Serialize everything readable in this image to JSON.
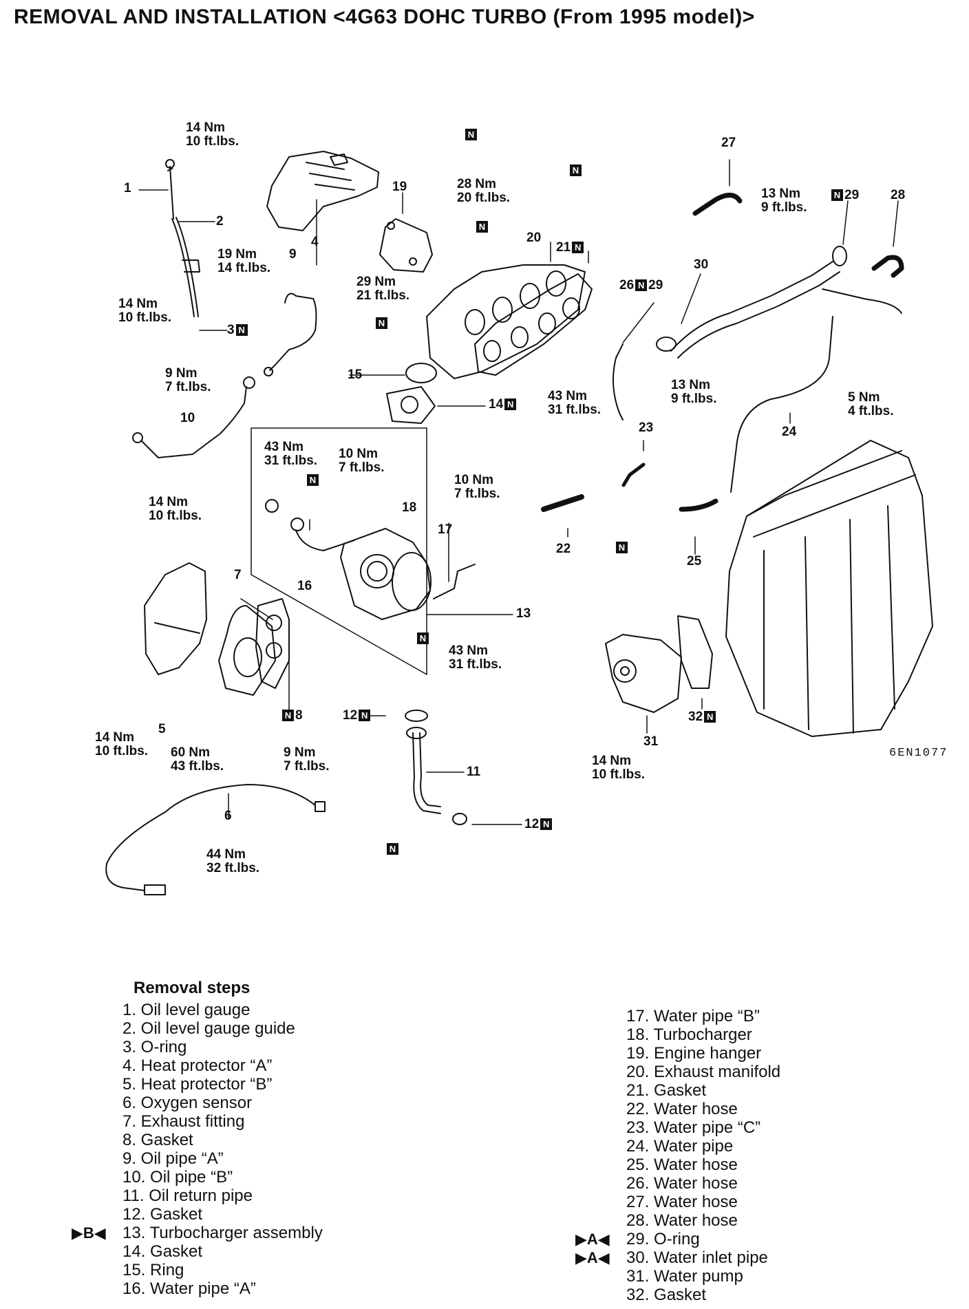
{
  "title": "REMOVAL AND INSTALLATION <4G63 DOHC TURBO (From 1995 model)>",
  "figure_code": "6EN1077",
  "badge_letter": "N",
  "callouts": [
    {
      "id": "c1",
      "lines": [
        "1"
      ]
    },
    {
      "id": "c2",
      "lines": [
        "2"
      ]
    },
    {
      "id": "c3",
      "lines": [
        "3"
      ],
      "badge": "after"
    },
    {
      "id": "c4",
      "lines": [
        "4"
      ]
    },
    {
      "id": "c5",
      "lines": [
        "5"
      ]
    },
    {
      "id": "c6",
      "lines": [
        "6"
      ]
    },
    {
      "id": "c7",
      "lines": [
        "7"
      ]
    },
    {
      "id": "c8",
      "lines": [
        "8"
      ],
      "badge": "before"
    },
    {
      "id": "c9",
      "lines": [
        "9"
      ]
    },
    {
      "id": "c10",
      "lines": [
        "10"
      ]
    },
    {
      "id": "c11",
      "lines": [
        "11"
      ]
    },
    {
      "id": "c12a",
      "lines": [
        "12"
      ],
      "badge": "after"
    },
    {
      "id": "c12b",
      "lines": [
        "12"
      ],
      "badge": "after"
    },
    {
      "id": "c13",
      "lines": [
        "13"
      ]
    },
    {
      "id": "c14",
      "lines": [
        "14"
      ],
      "badge": "after"
    },
    {
      "id": "c15",
      "lines": [
        "15"
      ]
    },
    {
      "id": "c16",
      "lines": [
        "16"
      ]
    },
    {
      "id": "c17",
      "lines": [
        "17"
      ]
    },
    {
      "id": "c18",
      "lines": [
        "18"
      ]
    },
    {
      "id": "c19",
      "lines": [
        "19"
      ]
    },
    {
      "id": "c20",
      "lines": [
        "20"
      ]
    },
    {
      "id": "c21",
      "lines": [
        "21"
      ],
      "badge": "after"
    },
    {
      "id": "c22",
      "lines": [
        "22"
      ]
    },
    {
      "id": "c23",
      "lines": [
        "23"
      ]
    },
    {
      "id": "c24",
      "lines": [
        "24"
      ]
    },
    {
      "id": "c25",
      "lines": [
        "25"
      ]
    },
    {
      "id": "c26",
      "lines": [
        "26",
        "29"
      ],
      "badge": "middle"
    },
    {
      "id": "c27",
      "lines": [
        "27"
      ]
    },
    {
      "id": "c28",
      "lines": [
        "28"
      ]
    },
    {
      "id": "c29top",
      "lines": [
        "29"
      ],
      "badge": "before"
    },
    {
      "id": "c30",
      "lines": [
        "30"
      ]
    },
    {
      "id": "c31",
      "lines": [
        "31"
      ]
    },
    {
      "id": "c32",
      "lines": [
        "32"
      ],
      "badge": "after"
    }
  ],
  "torques": [
    {
      "id": "t1",
      "lines": [
        "14 Nm",
        "10 ft.lbs."
      ]
    },
    {
      "id": "t2",
      "lines": [
        "14 Nm",
        "10 ft.lbs."
      ]
    },
    {
      "id": "t3",
      "lines": [
        "19 Nm",
        "14 ft.lbs."
      ]
    },
    {
      "id": "t4",
      "lines": [
        "9 Nm",
        "7 ft.lbs."
      ]
    },
    {
      "id": "t5",
      "lines": [
        "28 Nm",
        "20 ft.lbs."
      ]
    },
    {
      "id": "t6",
      "lines": [
        "29 Nm",
        "21 ft.lbs."
      ]
    },
    {
      "id": "t7",
      "lines": [
        "43 Nm",
        "31 ft.lbs."
      ]
    },
    {
      "id": "t8",
      "lines": [
        "10 Nm",
        "7 ft.lbs."
      ]
    },
    {
      "id": "t9",
      "lines": [
        "10 Nm",
        "7 ft.lbs."
      ]
    },
    {
      "id": "t10",
      "lines": [
        "43 Nm",
        "31 ft.lbs."
      ]
    },
    {
      "id": "t11",
      "lines": [
        "43 Nm",
        "31 ft.lbs."
      ]
    },
    {
      "id": "t12",
      "lines": [
        "13 Nm",
        "9 ft.lbs."
      ]
    },
    {
      "id": "t13",
      "lines": [
        "13 Nm",
        "9 ft.lbs."
      ]
    },
    {
      "id": "t14",
      "lines": [
        "5 Nm",
        "4 ft.lbs."
      ]
    },
    {
      "id": "t15",
      "lines": [
        "14 Nm",
        "10 ft.lbs."
      ]
    },
    {
      "id": "t16",
      "lines": [
        "14 Nm",
        "10 ft.lbs."
      ]
    },
    {
      "id": "t17",
      "lines": [
        "60 Nm",
        "43 ft.lbs."
      ]
    },
    {
      "id": "t18",
      "lines": [
        "9 Nm",
        "7 ft.lbs."
      ]
    },
    {
      "id": "t19",
      "lines": [
        "44 Nm",
        "32 ft.lbs."
      ]
    },
    {
      "id": "t20",
      "lines": [
        "14 Nm",
        "10 ft.lbs."
      ]
    }
  ],
  "removal": {
    "heading": "Removal steps",
    "left_column": [
      {
        "text": "1. Oil level gauge"
      },
      {
        "text": "2. Oil level gauge guide"
      },
      {
        "text": "3. O-ring"
      },
      {
        "text": "4. Heat protector “A”"
      },
      {
        "text": "5. Heat protector “B”"
      },
      {
        "text": "6. Oxygen sensor"
      },
      {
        "text": "7. Exhaust fitting"
      },
      {
        "text": "8. Gasket"
      },
      {
        "text": "9. Oil pipe “A”"
      },
      {
        "text": "10. Oil pipe “B”"
      },
      {
        "text": "11. Oil return pipe"
      },
      {
        "text": "12. Gasket"
      },
      {
        "text": "13. Turbocharger assembly",
        "marker": "▶B◀"
      },
      {
        "text": "14. Gasket"
      },
      {
        "text": "15. Ring"
      },
      {
        "text": "16. Water pipe “A”"
      }
    ],
    "right_column": [
      {
        "text": "17. Water pipe “B”"
      },
      {
        "text": "18. Turbocharger"
      },
      {
        "text": "19. Engine hanger"
      },
      {
        "text": "20. Exhaust manifold"
      },
      {
        "text": "21. Gasket"
      },
      {
        "text": "22. Water hose"
      },
      {
        "text": "23. Water pipe “C”"
      },
      {
        "text": "24. Water pipe"
      },
      {
        "text": "25. Water hose"
      },
      {
        "text": "26. Water hose"
      },
      {
        "text": "27. Water hose"
      },
      {
        "text": "28. Water hose"
      },
      {
        "text": "29. O-ring",
        "marker": "▶A◀"
      },
      {
        "text": "30. Water inlet pipe",
        "marker": "▶A◀"
      },
      {
        "text": "31. Water pump"
      },
      {
        "text": "32. Gasket"
      }
    ]
  }
}
